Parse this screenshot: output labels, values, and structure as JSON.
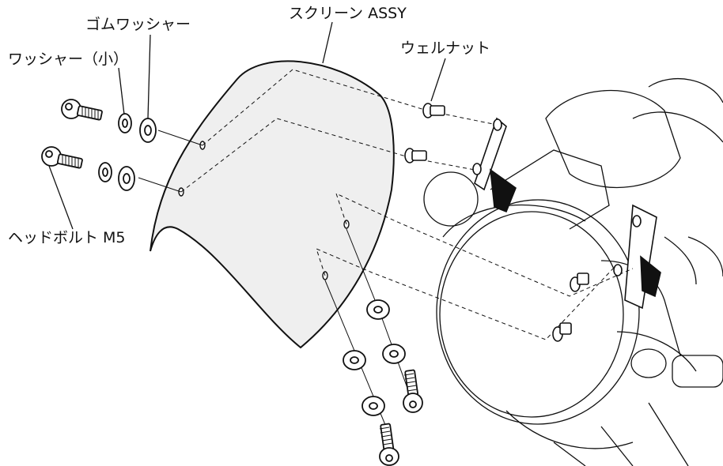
{
  "labels": {
    "screen_assy": "スクリーン ASSY",
    "rubber_washer": "ゴムワッシャー",
    "washer_small": "ワッシャー（小）",
    "weld_nut": "ウェルナット",
    "head_bolt": "ヘッドボルト M5"
  },
  "colors": {
    "line": "#111111",
    "background": "#ffffff",
    "screen_fill": "#efefef"
  }
}
